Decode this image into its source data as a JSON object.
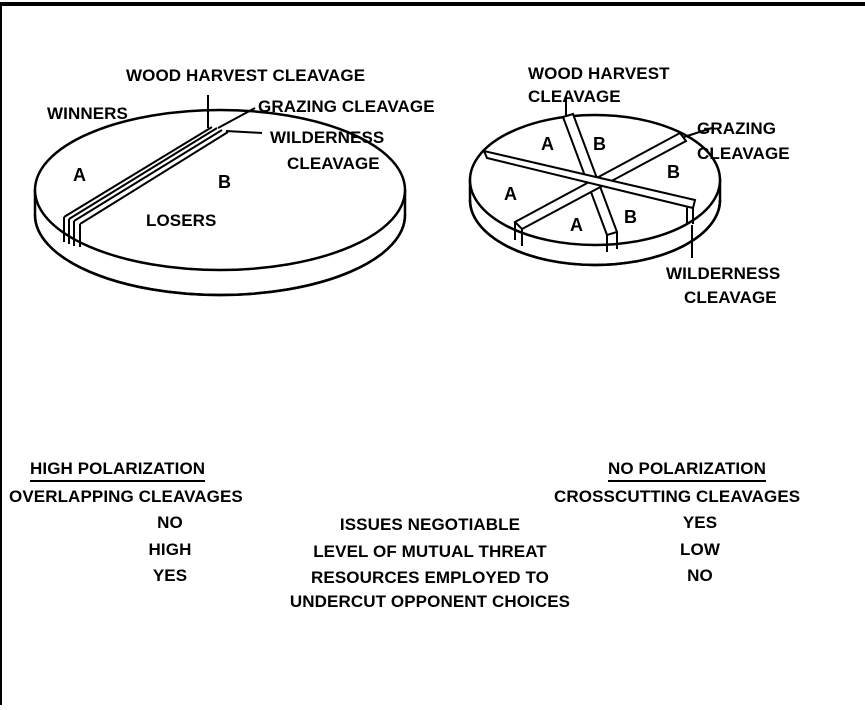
{
  "left_disc": {
    "labels": {
      "wood_harvest": "WOOD HARVEST CLEAVAGE",
      "winners": "WINNERS",
      "grazing": "GRAZING CLEAVAGE",
      "wilderness_line1": "WILDERNESS",
      "wilderness_line2": "CLEAVAGE",
      "sector_a": "A",
      "sector_b": "B",
      "losers": "LOSERS"
    }
  },
  "right_disc": {
    "labels": {
      "wood_harvest_line1": "WOOD HARVEST",
      "wood_harvest_line2": "CLEAVAGE",
      "grazing_line1": "GRAZING",
      "grazing_line2": "CLEAVAGE",
      "wilderness_line1": "WILDERNESS",
      "wilderness_line2": "CLEAVAGE",
      "sectors": [
        "A",
        "B",
        "A",
        "B",
        "A",
        "B"
      ]
    }
  },
  "comparison": {
    "left_heading": "HIGH POLARIZATION",
    "left_subheading": "OVERLAPPING CLEAVAGES",
    "right_heading": "NO POLARIZATION",
    "right_subheading": "CROSSCUTTING CLEAVAGES",
    "rows": [
      {
        "left": "NO",
        "criterion": "ISSUES NEGOTIABLE",
        "right": "YES"
      },
      {
        "left": "HIGH",
        "criterion": "LEVEL OF MUTUAL THREAT",
        "right": "LOW"
      },
      {
        "left": "YES",
        "criterion": "RESOURCES EMPLOYED TO",
        "right": "NO"
      }
    ],
    "criterion_continuation": "UNDERCUT OPPONENT CHOICES"
  }
}
